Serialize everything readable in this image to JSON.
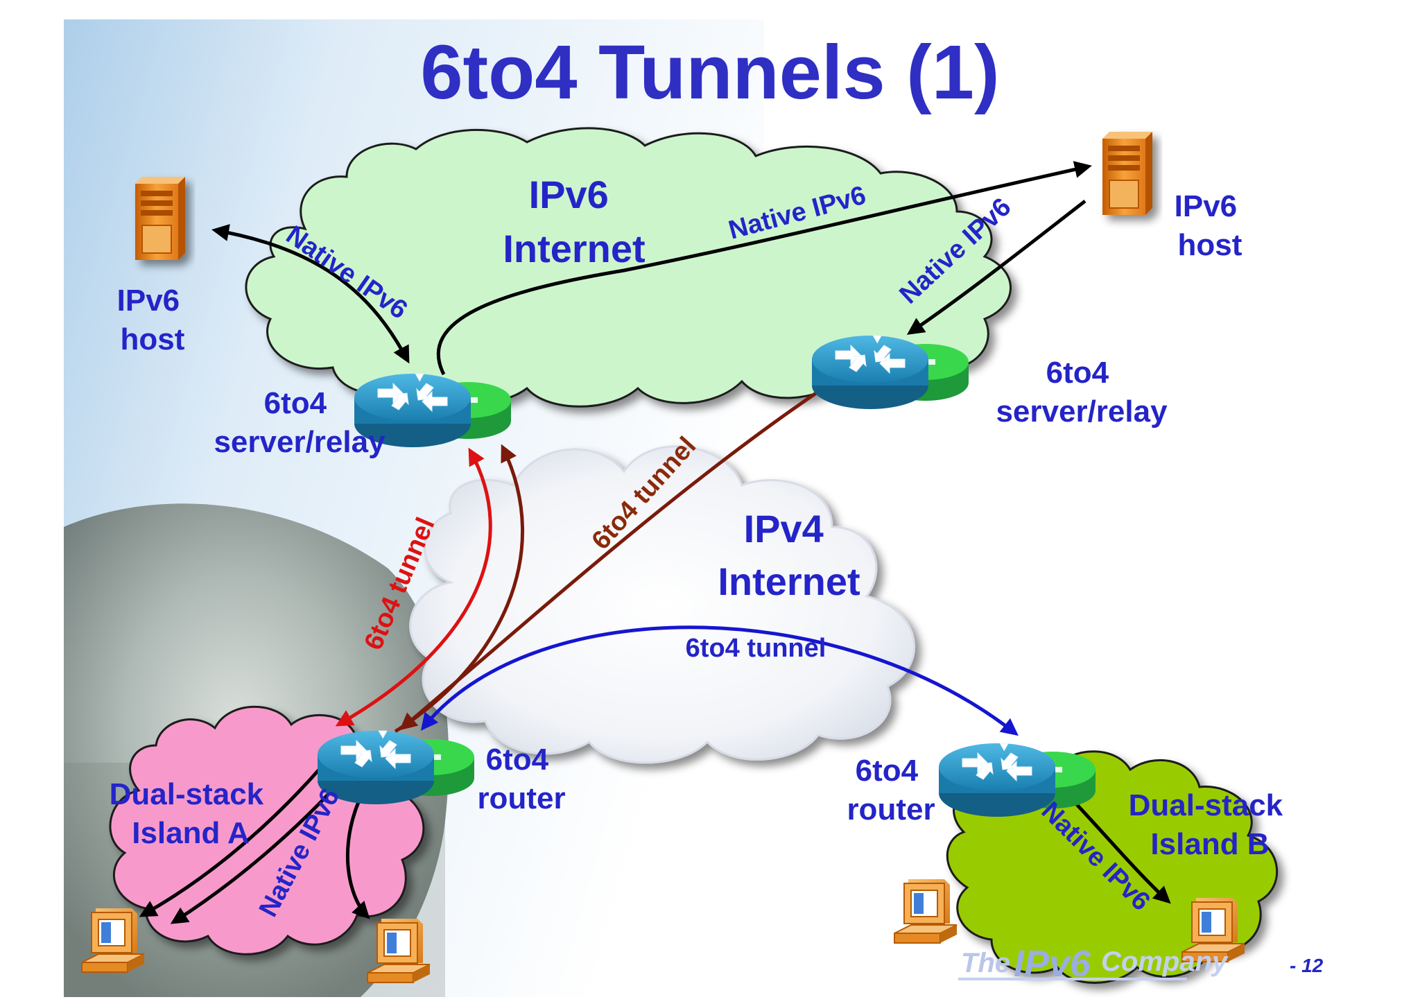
{
  "title": "6to4 Tunnels (1)",
  "clouds": {
    "ipv6_internet": [
      "IPv6",
      "Internet"
    ],
    "ipv4_internet": [
      "IPv4",
      "Internet"
    ]
  },
  "nodes": {
    "host_left": [
      "IPv6",
      "host"
    ],
    "host_right": [
      "IPv6",
      "host"
    ],
    "relay_left": [
      "6to4",
      "server/relay"
    ],
    "relay_right": [
      "6to4",
      "server/relay"
    ],
    "router_a": [
      "6to4",
      "router"
    ],
    "router_b": [
      "6to4",
      "router"
    ],
    "island_a": [
      "Dual-stack",
      "Island A"
    ],
    "island_b": [
      "Dual-stack",
      "Island B"
    ]
  },
  "links": {
    "native_ipv6": "Native IPv6",
    "tunnel": "6to4 tunnel"
  },
  "footer": {
    "logo_the": "The",
    "logo_ipv6": "IPv6",
    "logo_company": "Company",
    "page_number": "- 12"
  },
  "colors": {
    "title": "#2f2fc4",
    "label": "#2424c8",
    "ipv6_cloud": "#ccf5cc",
    "island_a": "#f79acb",
    "island_b": "#99cc00",
    "tunnel_red": "#dd1111",
    "tunnel_brown": "#7a1a0a",
    "tunnel_blue": "#1515d0",
    "router": "#1f88b8",
    "router_green": "#22aa33"
  }
}
